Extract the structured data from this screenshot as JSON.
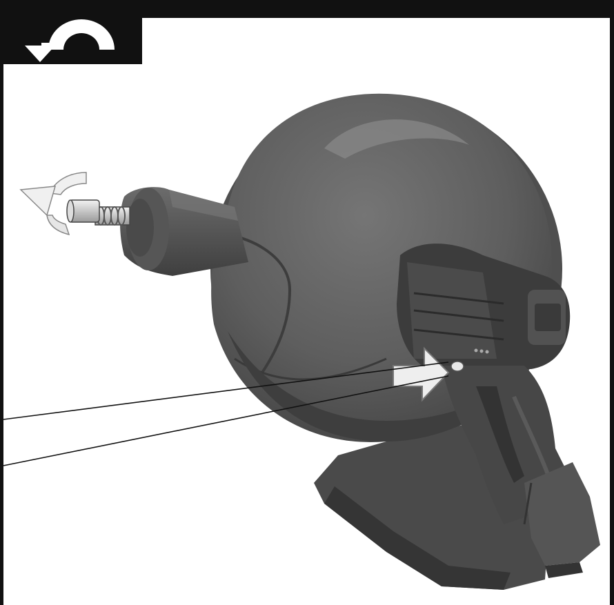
{
  "figure": {
    "kind": "instruction-illustration",
    "tool": "drain-snake-drum",
    "step_icon": "counterclockwise-rotation-icon",
    "colors": {
      "frame": "#111111",
      "background": "#ffffff",
      "tool_body": "#5d5d5d",
      "tool_dark": "#3a3a3a",
      "tool_highlight": "#7c7c7c",
      "arrow_fill": "#eeeeee",
      "leader_lines": "#111111"
    },
    "callouts": [
      {
        "target": "drum-lock-button",
        "name": "arrow-right"
      },
      {
        "target": "cable-tip",
        "name": "rotate-ccw-arrow"
      }
    ]
  }
}
